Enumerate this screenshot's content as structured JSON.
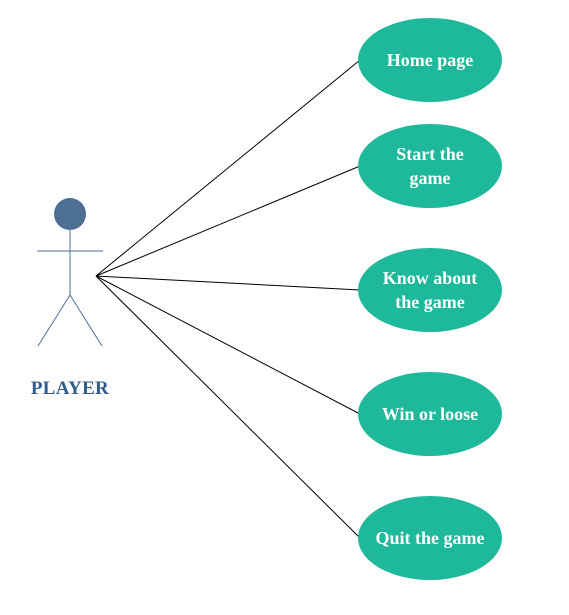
{
  "actor": {
    "label": "PLAYER",
    "head_color": "#4d6f94",
    "body_color": "#4d6f94",
    "label_color": "#2f5c8a"
  },
  "use_cases": [
    {
      "label": "Home page"
    },
    {
      "label": "Start the\ngame"
    },
    {
      "label": "Know about\nthe game"
    },
    {
      "label": "Win or loose"
    },
    {
      "label": "Quit the game"
    }
  ],
  "colors": {
    "use_case_fill": "#1eb89a",
    "use_case_text": "#ffffff",
    "connector": "#000000"
  }
}
